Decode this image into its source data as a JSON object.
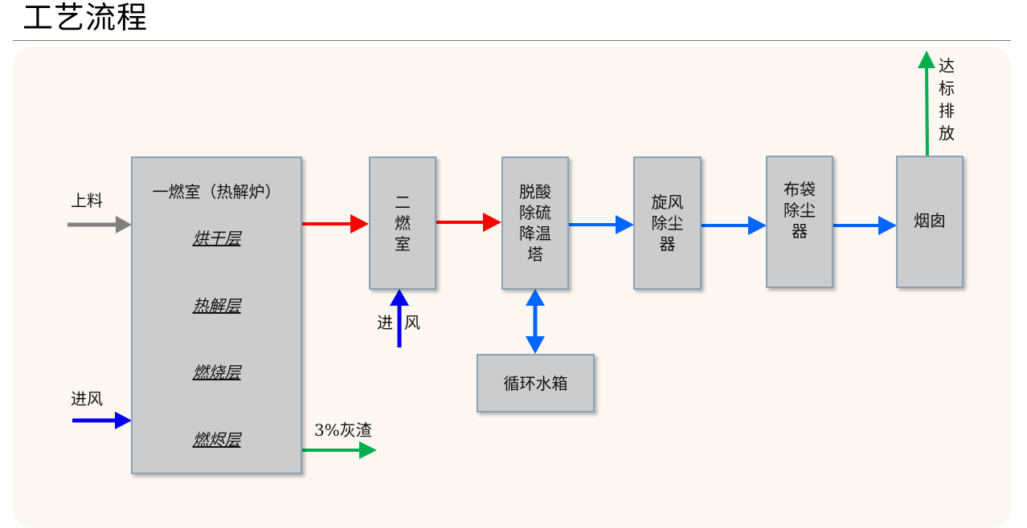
{
  "page": {
    "title": "工艺流程"
  },
  "diagram": {
    "colors": {
      "feed": "#808080",
      "air": "#0000ee",
      "hot_gas": "#ff0000",
      "flue_gas": "#0066ff",
      "output": "#00b050",
      "box_fill": "#cccccc",
      "box_border": "#8aa2b6",
      "panel_bg": "#fdf7f1"
    },
    "inputs": {
      "feed": "上料",
      "air_primary": "进风",
      "air_secondary_left": "进",
      "air_secondary_right": "风"
    },
    "primary_chamber": {
      "title": "一燃室（热解炉）",
      "layers": [
        "烘干层",
        "热解层",
        "燃烧层",
        "燃烬层"
      ]
    },
    "nodes": [
      {
        "id": "secondary-chamber",
        "lines": [
          "二",
          "燃",
          "室"
        ]
      },
      {
        "id": "deacid-tower",
        "lines": [
          "脱酸",
          "除硫",
          "降温",
          "塔"
        ]
      },
      {
        "id": "cyclone",
        "lines": [
          "旋风",
          "除尘",
          "器"
        ]
      },
      {
        "id": "bag-filter",
        "lines": [
          "布袋",
          "除尘",
          "器"
        ]
      },
      {
        "id": "chimney",
        "lines": [
          "烟囱"
        ]
      }
    ],
    "water_tank": "循环水箱",
    "outputs": {
      "ash": "3%灰渣",
      "emission": [
        "达",
        "标",
        "排",
        "放"
      ]
    }
  }
}
